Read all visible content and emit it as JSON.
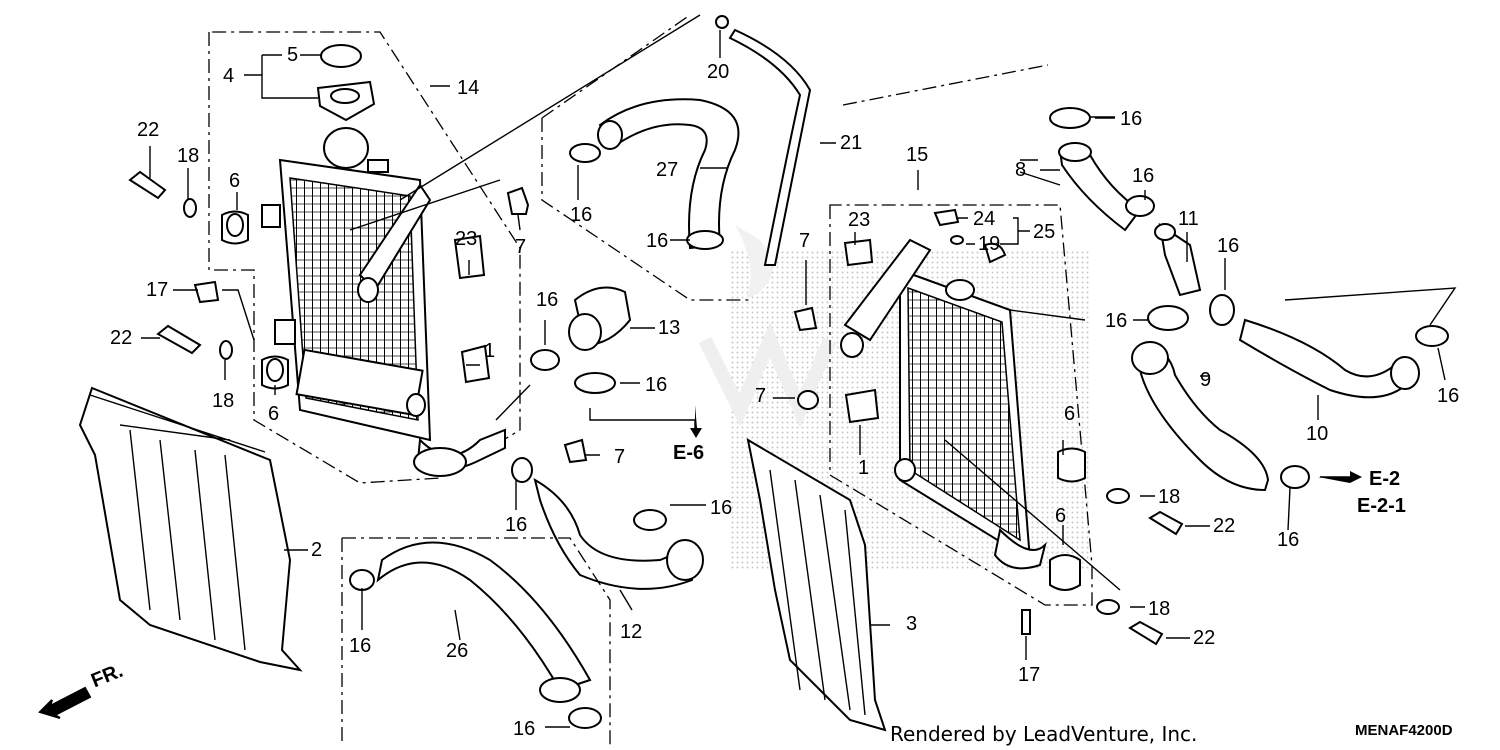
{
  "diagram": {
    "callouts": [
      "1",
      "1",
      "2",
      "3",
      "4",
      "5",
      "6",
      "6",
      "6",
      "6",
      "7",
      "7",
      "7",
      "7",
      "8",
      "9",
      "10",
      "11",
      "12",
      "13",
      "14",
      "15",
      "16",
      "16",
      "16",
      "16",
      "16",
      "16",
      "16",
      "16",
      "16",
      "16",
      "16",
      "16",
      "16",
      "16",
      "17",
      "17",
      "18",
      "18",
      "18",
      "18",
      "19",
      "20",
      "21",
      "22",
      "22",
      "22",
      "22",
      "23",
      "23",
      "24",
      "25",
      "26",
      "27"
    ],
    "refs": {
      "e6": "E-6",
      "e2": "E-2",
      "e21": "E-2-1",
      "front": "FR."
    },
    "footer": "Rendered by LeadVenture, Inc.",
    "diagram_code": "MENAF4200D"
  }
}
